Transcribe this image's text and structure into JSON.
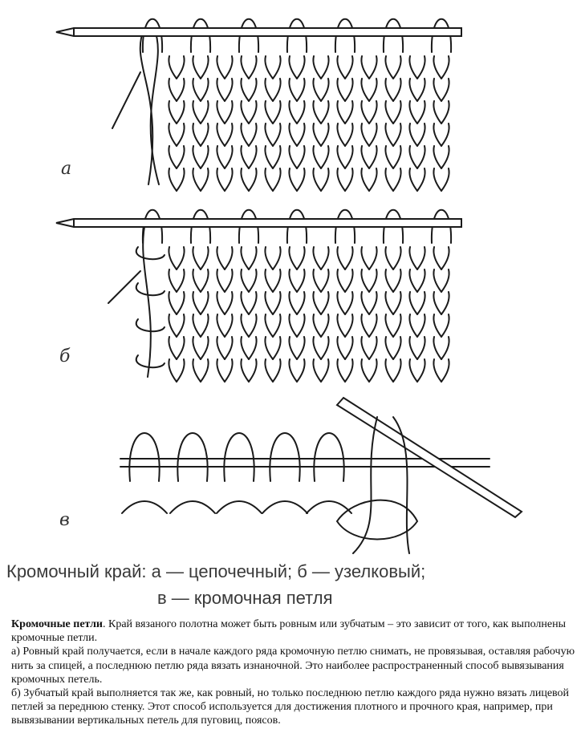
{
  "figure": {
    "labels": {
      "a": "а",
      "b": "б",
      "v": "в"
    }
  },
  "caption": {
    "line1": "Кромочный край: а — цепочечный; б — узелковый;",
    "line2": "в — кромочная петля"
  },
  "text": {
    "title_bold": "Кромочные петли",
    "intro": ". Край вязаного полотна может быть ровным или зубчатым – это зависит от того, как выполнены кромочные петли.",
    "para_a": "а) Ровный край получается, если в начале каждого ряда кромочную петлю снимать, не провязывая, оставляя рабочую нить за спицей, а последнюю петлю ряда вязать изнаночной. Это наиболее распространенный способ вывязывания кромочных петель.",
    "para_b": "б) Зубчатый край выполняется так же, как ровный, но только последнюю петлю каждого ряда нужно вязать лицевой петлей за переднюю стенку. Этот способ используется для достижения плотного и прочного края, например, при вывязывании вертикальных петель для пуговиц, поясов."
  }
}
